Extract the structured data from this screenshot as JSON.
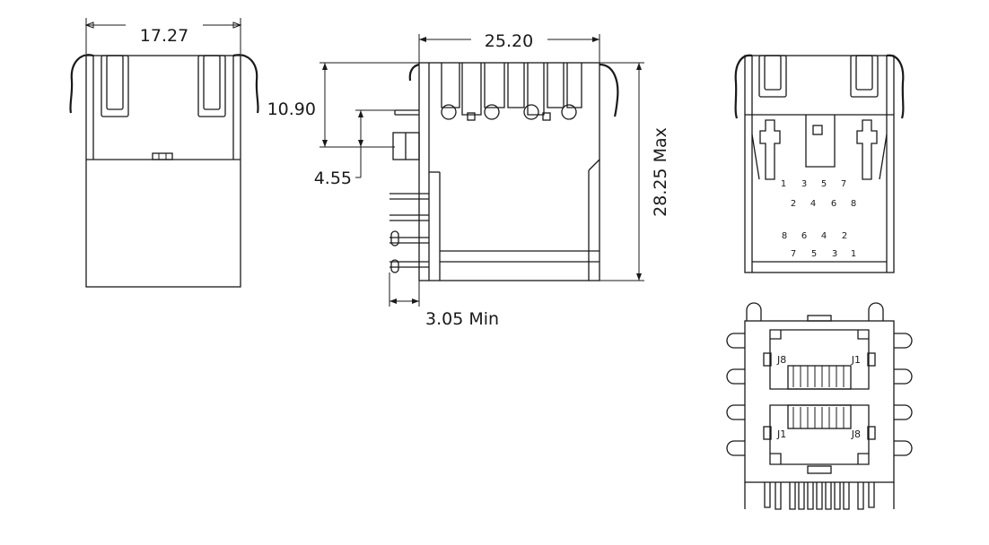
{
  "dimensions": {
    "front_width": "17.27",
    "side_width": "25.20",
    "pin_height_upper": "10.90",
    "pin_height_lower": "4.55",
    "overall_height": "28.25 Max",
    "pin_length": "3.05 Min"
  },
  "pins": {
    "top_port_row1": [
      "1",
      "3",
      "5",
      "7"
    ],
    "top_port_row2": [
      "2",
      "4",
      "6",
      "8"
    ],
    "bottom_port_row1": [
      "8",
      "6",
      "4",
      "2"
    ],
    "bottom_port_row2": [
      "7",
      "5",
      "3",
      "1"
    ]
  },
  "jacks": {
    "upper_left": "J8",
    "upper_right": "J1",
    "lower_left": "J1",
    "lower_right": "J8"
  }
}
